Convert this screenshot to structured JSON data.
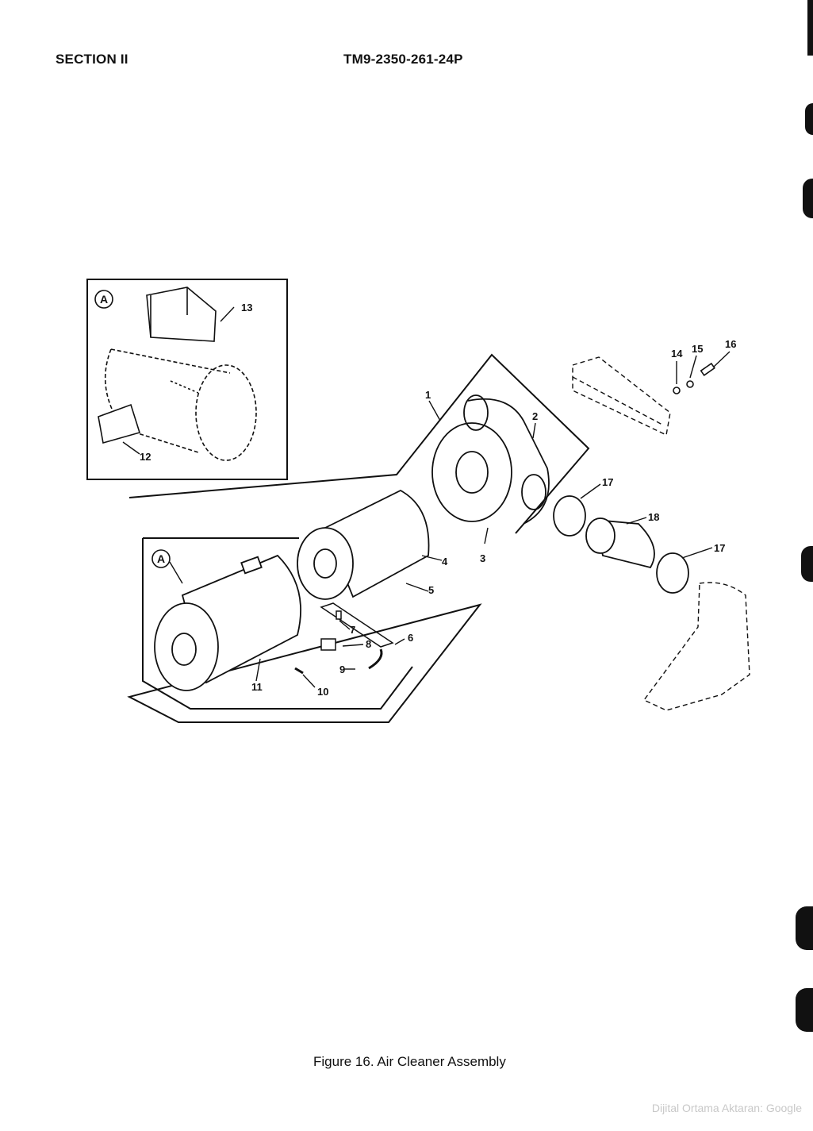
{
  "header": {
    "section": "SECTION II",
    "tm_number": "TM9-2350-261-24P"
  },
  "figure": {
    "caption": "Figure 16.  Air Cleaner Assembly",
    "inset_letter": "A",
    "callouts": [
      "1",
      "2",
      "3",
      "4",
      "5",
      "6",
      "7",
      "8",
      "9",
      "10",
      "11",
      "12",
      "13",
      "14",
      "15",
      "16",
      "17",
      "18"
    ]
  },
  "watermark": "Dijital Ortama Aktaran: Google"
}
